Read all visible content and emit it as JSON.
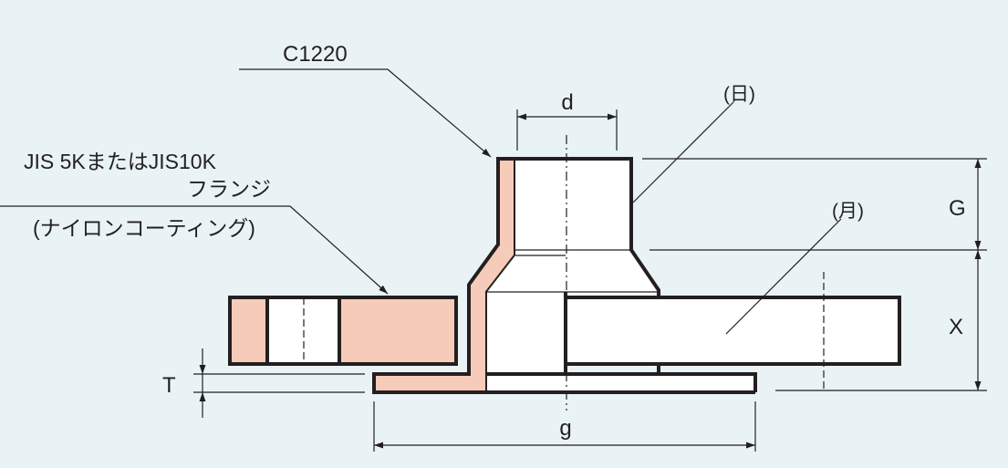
{
  "colors": {
    "background": "#e9f3f6",
    "line": "#231f20",
    "copper_fill": "#f7cbb9"
  },
  "labels": {
    "material": "C1220",
    "flange_line1": "JIS 5KまたはJIS10K",
    "flange_line2": "フランジ",
    "flange_line3": "(ナイロンコーティング)",
    "mark_day": "(日)",
    "mark_month": "(月)",
    "dim_d": "d",
    "dim_G": "G",
    "dim_X": "X",
    "dim_T": "T",
    "dim_g": "g"
  }
}
